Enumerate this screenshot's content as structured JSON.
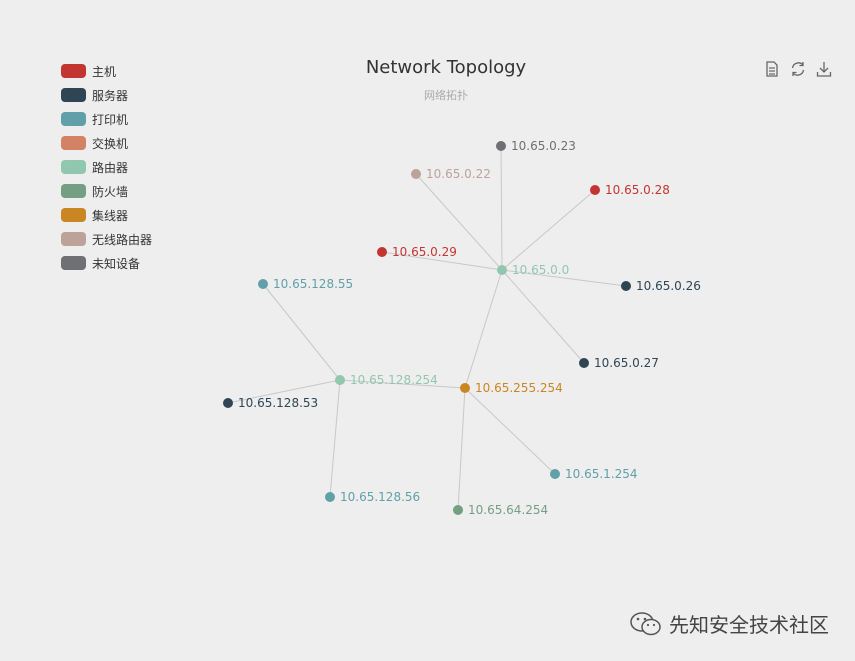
{
  "title": "Network Topology",
  "subtitle": "网络拓扑",
  "legend": [
    {
      "label": "主机",
      "color": "#c23531"
    },
    {
      "label": "服务器",
      "color": "#2f4554"
    },
    {
      "label": "打印机",
      "color": "#61a0a8"
    },
    {
      "label": "交换机",
      "color": "#d48265"
    },
    {
      "label": "路由器",
      "color": "#91c7ae"
    },
    {
      "label": "防火墙",
      "color": "#749f83"
    },
    {
      "label": "集线器",
      "color": "#ca8622"
    },
    {
      "label": "无线路由器",
      "color": "#bda29a"
    },
    {
      "label": "未知设备",
      "color": "#6e7074"
    }
  ],
  "toolbox": [
    {
      "name": "data-view-icon"
    },
    {
      "name": "restore-icon"
    },
    {
      "name": "save-image-icon"
    }
  ],
  "graph": {
    "nodes": [
      {
        "id": "n0",
        "label": "10.65.0.0",
        "category": 4
      },
      {
        "id": "n1",
        "label": "10.65.0.23",
        "category": 8
      },
      {
        "id": "n2",
        "label": "10.65.0.22",
        "category": 7
      },
      {
        "id": "n3",
        "label": "10.65.0.28",
        "category": 0
      },
      {
        "id": "n4",
        "label": "10.65.0.29",
        "category": 0
      },
      {
        "id": "n5",
        "label": "10.65.0.26",
        "category": 1
      },
      {
        "id": "n6",
        "label": "10.65.0.27",
        "category": 1
      },
      {
        "id": "n7",
        "label": "10.65.255.254",
        "category": 6
      },
      {
        "id": "n8",
        "label": "10.65.128.254",
        "category": 4
      },
      {
        "id": "n9",
        "label": "10.65.128.55",
        "category": 2
      },
      {
        "id": "n10",
        "label": "10.65.128.53",
        "category": 1
      },
      {
        "id": "n11",
        "label": "10.65.128.56",
        "category": 2
      },
      {
        "id": "n12",
        "label": "10.65.64.254",
        "category": 5
      },
      {
        "id": "n13",
        "label": "10.65.1.254",
        "category": 2
      }
    ],
    "edges": [
      [
        "n0",
        "n1"
      ],
      [
        "n0",
        "n2"
      ],
      [
        "n0",
        "n3"
      ],
      [
        "n0",
        "n4"
      ],
      [
        "n0",
        "n5"
      ],
      [
        "n0",
        "n6"
      ],
      [
        "n0",
        "n7"
      ],
      [
        "n7",
        "n8"
      ],
      [
        "n7",
        "n12"
      ],
      [
        "n7",
        "n13"
      ],
      [
        "n8",
        "n9"
      ],
      [
        "n8",
        "n10"
      ],
      [
        "n8",
        "n11"
      ]
    ]
  },
  "watermark": {
    "text": "先知安全技术社区"
  }
}
